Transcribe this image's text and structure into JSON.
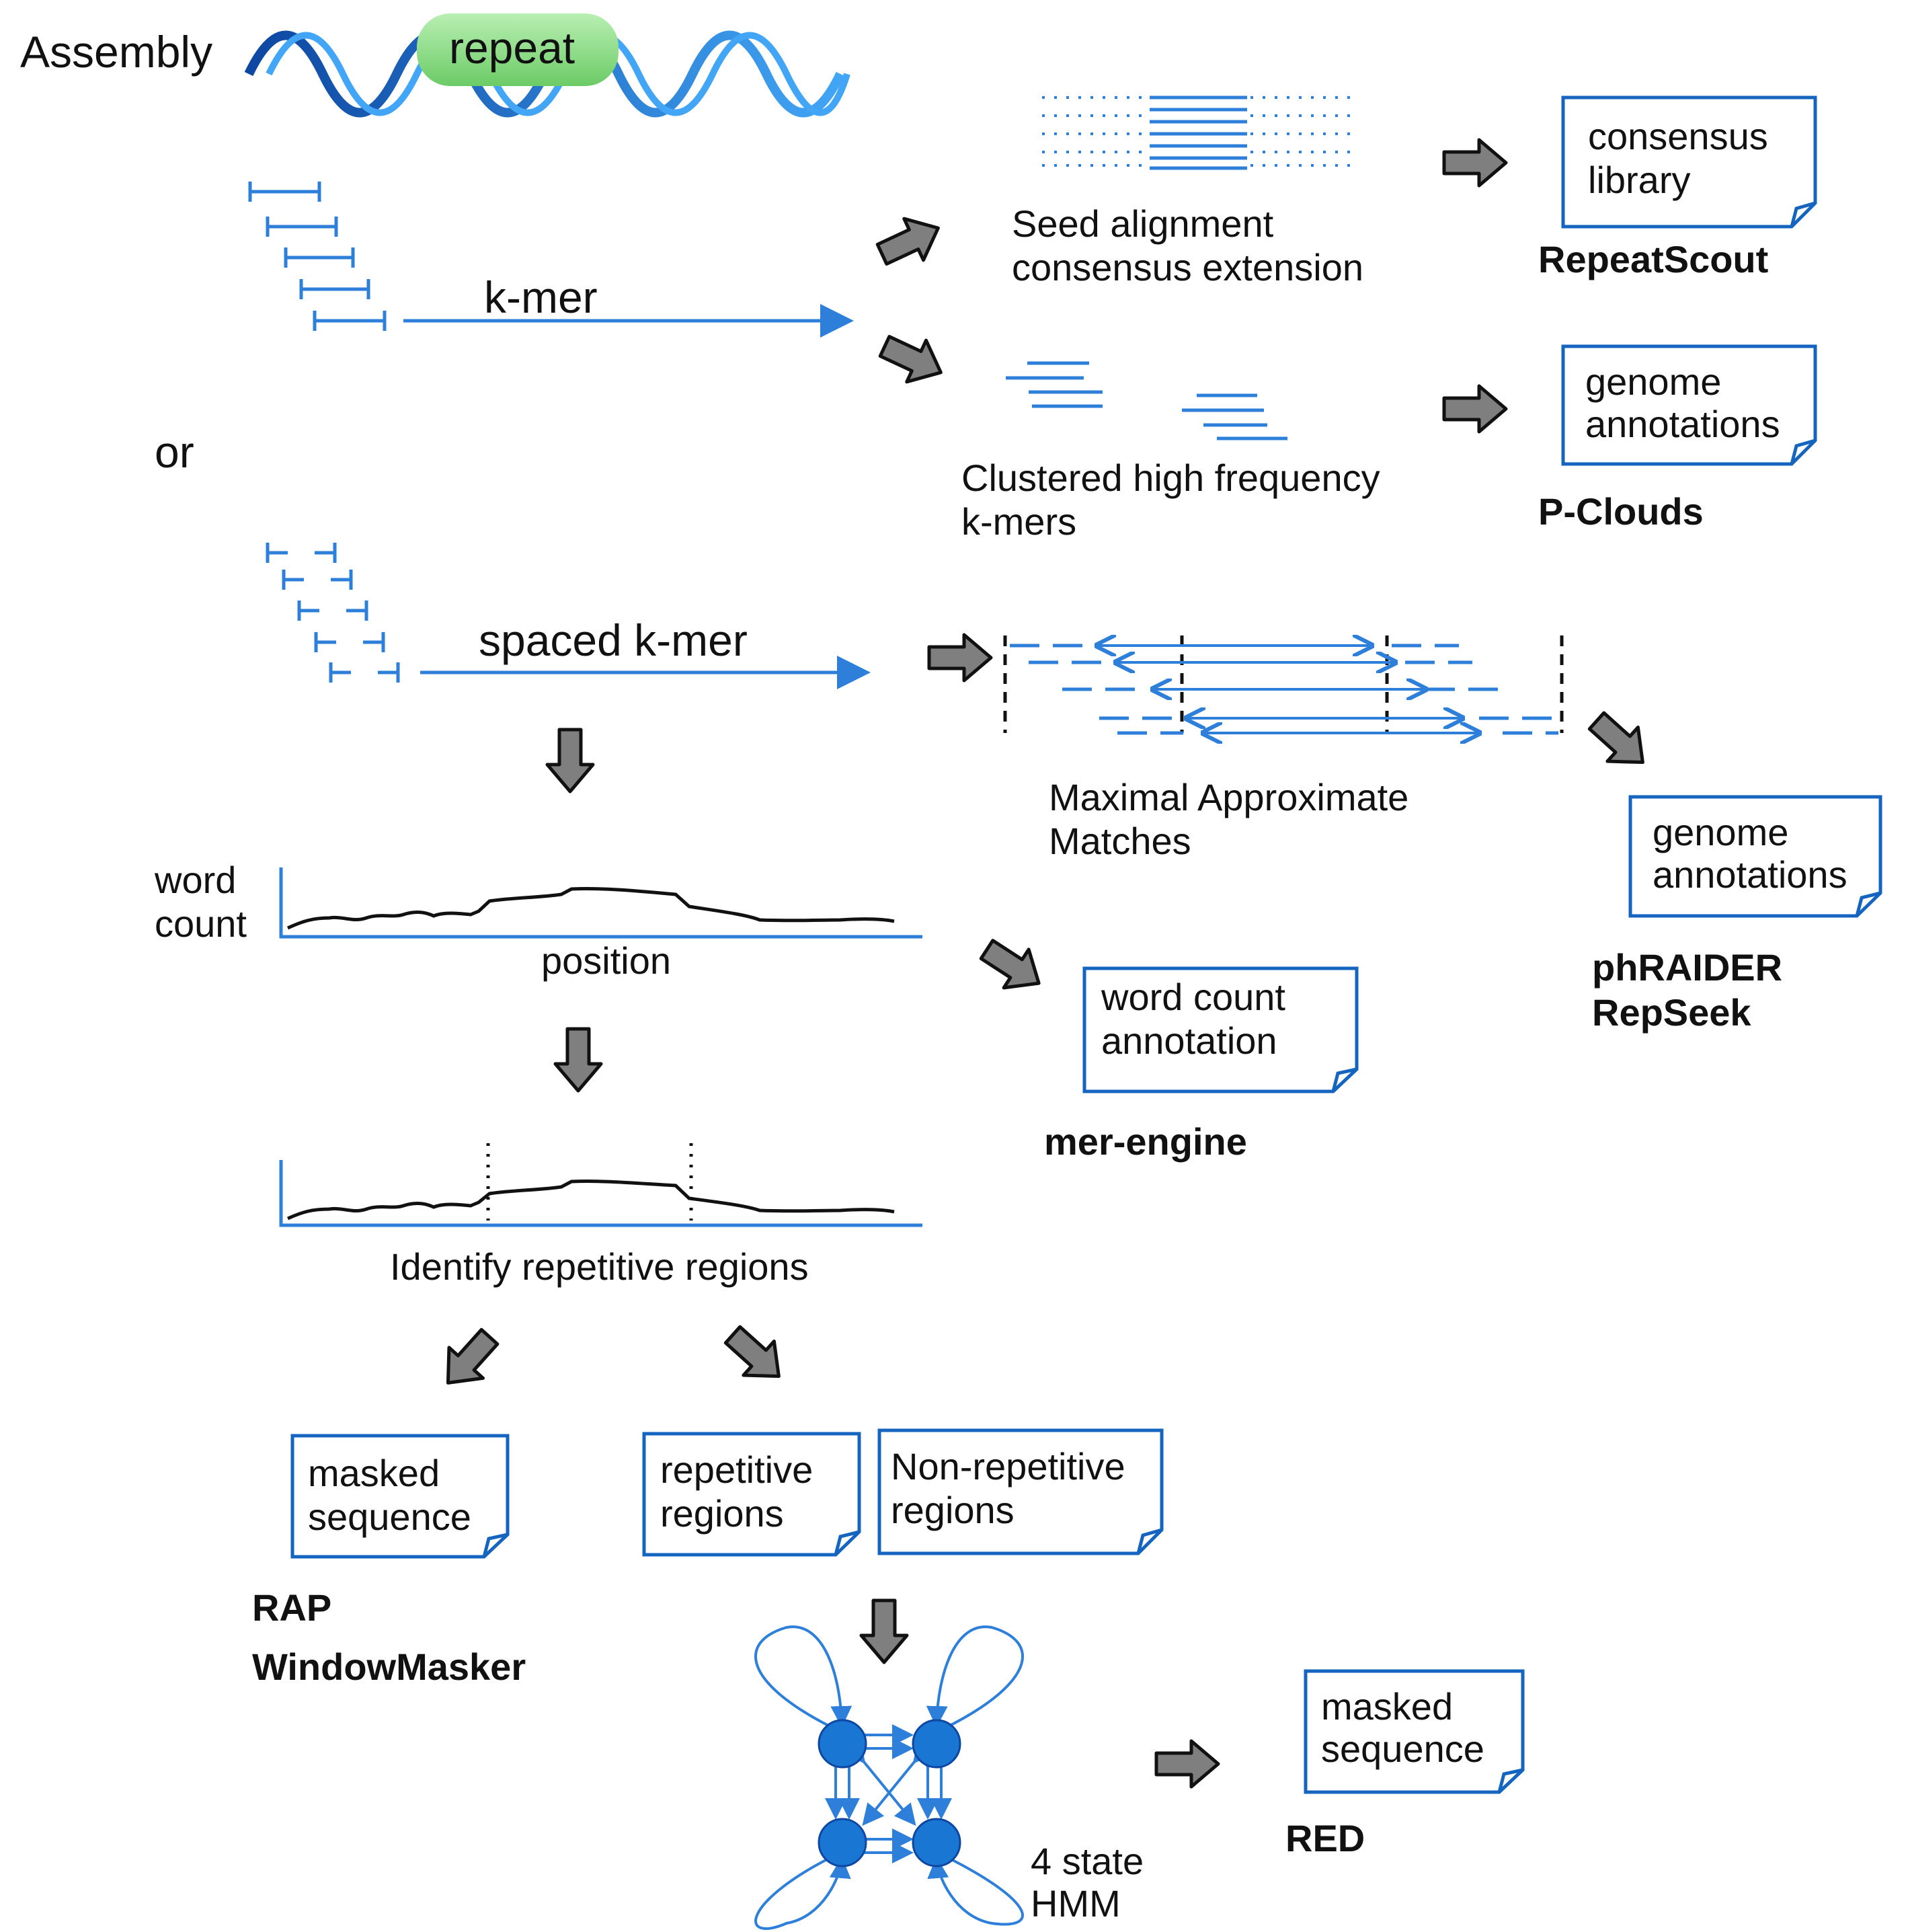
{
  "header": {
    "assembly_label": "Assembly",
    "repeat_label": "repeat"
  },
  "labels": {
    "kmer": "k-mer",
    "or": "or",
    "spaced_kmer": "spaced k-mer",
    "seed_alignment_1": "Seed alignment",
    "seed_alignment_2": "consensus extension",
    "clustered_1": "Clustered high frequency",
    "clustered_2": "k-mers",
    "mam_1": "Maximal Approximate",
    "mam_2": "Matches",
    "word": "word",
    "count": "count",
    "position": "position",
    "identify": "Identify repetitive regions",
    "hmm_1": "4 state",
    "hmm_2": "HMM"
  },
  "documents": {
    "consensus_library": [
      "consensus",
      "library"
    ],
    "genome_annotations_pclouds": [
      "genome",
      "annotations"
    ],
    "genome_annotations_phraider": [
      "genome",
      "annotations"
    ],
    "word_count_annotation": [
      "word count",
      "annotation"
    ],
    "masked_sequence_rap": [
      "masked",
      "sequence"
    ],
    "repetitive_regions": [
      "repetitive",
      "regions"
    ],
    "non_repetitive_regions": [
      "Non-repetitive",
      "regions"
    ],
    "masked_sequence_red": [
      "masked",
      "sequence"
    ]
  },
  "tools": {
    "repeatscout": "RepeatScout",
    "pclouds": "P-Clouds",
    "phraider": "phRAIDER",
    "repseek": "RepSeek",
    "mer_engine": "mer-engine",
    "rap": "RAP",
    "windowmasker": "WindowMasker",
    "red": "RED"
  },
  "colors": {
    "blue": "#2E7FD9",
    "dark_blue": "#1565C0",
    "arrow_fill": "#7F7F7F",
    "repeat_green": "#8FD88A",
    "text": "#111111"
  }
}
